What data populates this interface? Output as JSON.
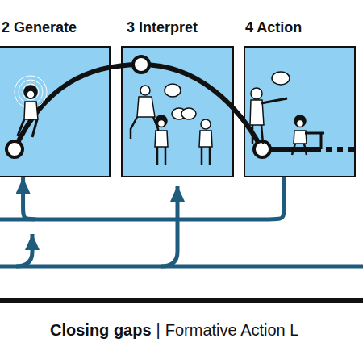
{
  "diagram": {
    "title": "Closing gaps",
    "nodes": [
      {
        "text": [
          "2 Generate"
        ]
      },
      {
        "text": [
          "3 Interpret"
        ]
      },
      {
        "text": [
          "4 Action"
        ]
      }
    ],
    "edges": [
      {
        "from": 2,
        "to": 0,
        "arrow": "to"
      }
    ],
    "labels": [
      "|"
    ],
    "caption": "Formative Action L"
  }
}
